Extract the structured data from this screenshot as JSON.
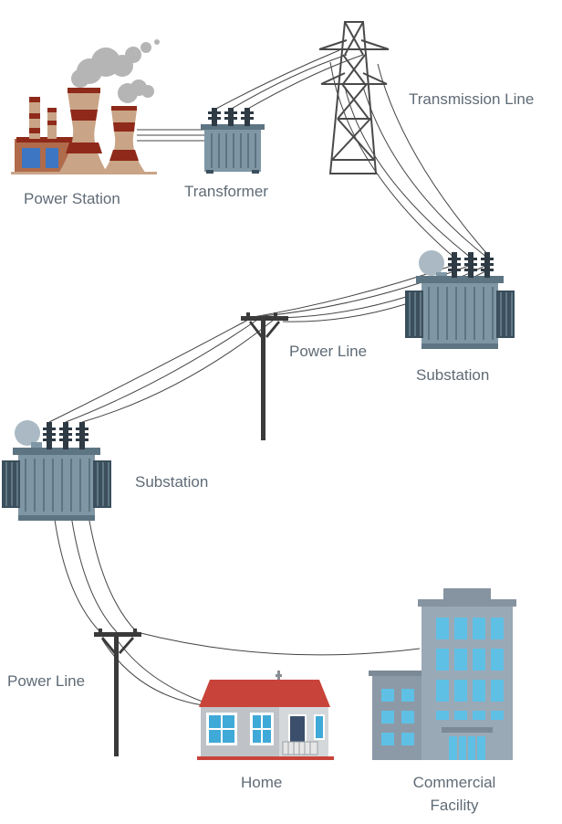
{
  "labels": {
    "power_station": "Power Station",
    "transformer": "Transformer",
    "transmission_line": "Transmission Line",
    "substation_1": "Substation",
    "power_line_1": "Power Line",
    "substation_2": "Substation",
    "power_line_2": "Power Line",
    "home": "Home",
    "commercial_line1": "Commercial",
    "commercial_line2": "Facility"
  },
  "colors": {
    "label": "#5f6b76",
    "wire": "#444444",
    "chimney_red": "#8f2a1a",
    "chimney_tan": "#c9a487",
    "smoke": "#b5b5b5",
    "transformer_body": "#7f97a5",
    "transformer_dark": "#3b4f5c",
    "tower": "#4a4a4a",
    "pole": "#3a3a3a",
    "roof": "#c8443a",
    "house_wall": "#bfc3c8",
    "window": "#3fa9d8",
    "building": "#9aa9b6",
    "building_glass": "#5fc0e6"
  }
}
